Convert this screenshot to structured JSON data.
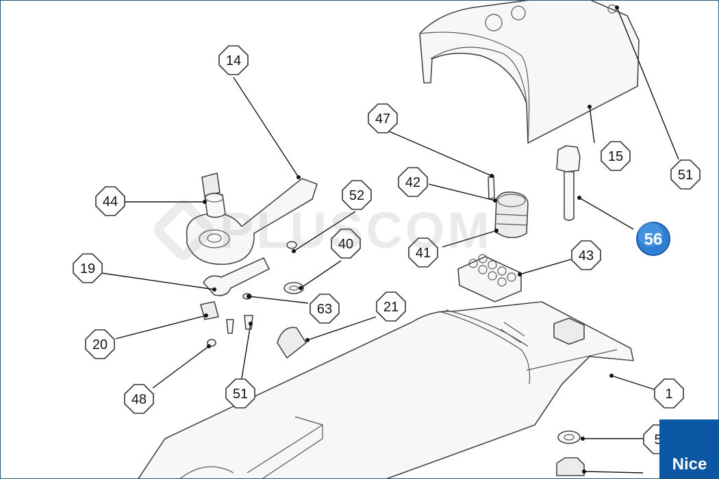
{
  "watermark": "PLUSCOM",
  "brand_logo": "Nice",
  "highlight_color": "#2f7fd4",
  "labels": {
    "l1": "1",
    "l14": "14",
    "l15": "15",
    "l19": "19",
    "l20": "20",
    "l21": "21",
    "l40": "40",
    "l41": "41",
    "l42": "42",
    "l43": "43",
    "l44": "44",
    "l47": "47",
    "l48": "48",
    "l51a": "51",
    "l51b": "51",
    "l52": "52",
    "l56": "56",
    "l63": "63",
    "l5x": "5"
  }
}
